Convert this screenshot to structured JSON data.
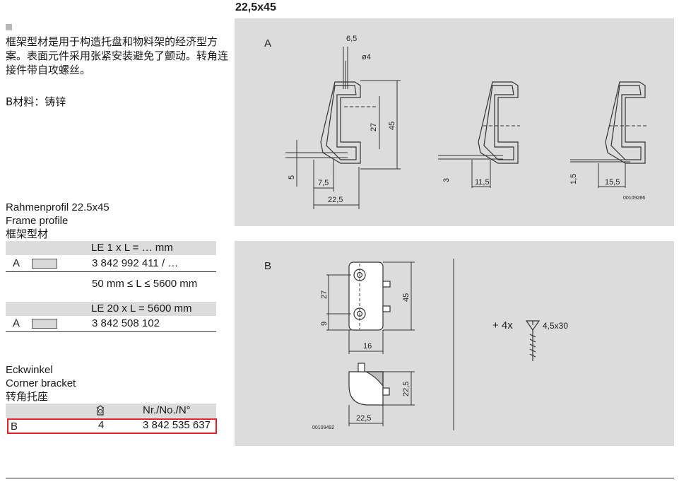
{
  "title": "22,5x45",
  "description": "框架型材是用于构造托盘和物料架的经济型方案。表面元件采用张紧安装避免了颤动。转角连接件带自攻螺丝。",
  "material": "B材料：铸锌",
  "frame_profile": {
    "name_de": "Rahmenprofil 22.5x45",
    "name_en": "Frame profile",
    "name_cn": "框架型材",
    "rows": [
      {
        "header": "LE 1 x L = … mm",
        "letter": "A",
        "number": "3 842 992 411 / …",
        "note": "50 mm ≤ L ≤ 5600 mm"
      },
      {
        "header": "LE 20 x L = 5600 mm",
        "letter": "A",
        "number": "3 842 508 102"
      }
    ]
  },
  "corner_bracket": {
    "name_de": "Eckwinkel",
    "name_en": "Corner bracket",
    "name_cn": "转角托座",
    "col_header": "Nr./No./N°",
    "row": {
      "letter": "B",
      "qty": "4",
      "number": "3 842 535 637"
    }
  },
  "drawing_a": {
    "label": "A",
    "dims": {
      "d65": "6,5",
      "d4": "ø4",
      "d27": "27",
      "d45": "45",
      "d5": "5",
      "d75": "7,5",
      "d225": "22,5",
      "d3": "3",
      "d115": "11,5",
      "d15": "1,5",
      "d155": "15,5"
    },
    "code": "00109286"
  },
  "drawing_b": {
    "label": "B",
    "dims": {
      "d27": "27",
      "d9": "9",
      "d45": "45",
      "d16": "16",
      "d225v": "22,5",
      "d225h": "22,5"
    },
    "screws": "+ 4x",
    "screw_size": "4,5x30",
    "code": "00109492"
  },
  "colors": {
    "panel": "#dcdcdc",
    "highlight": "#e4202a"
  }
}
